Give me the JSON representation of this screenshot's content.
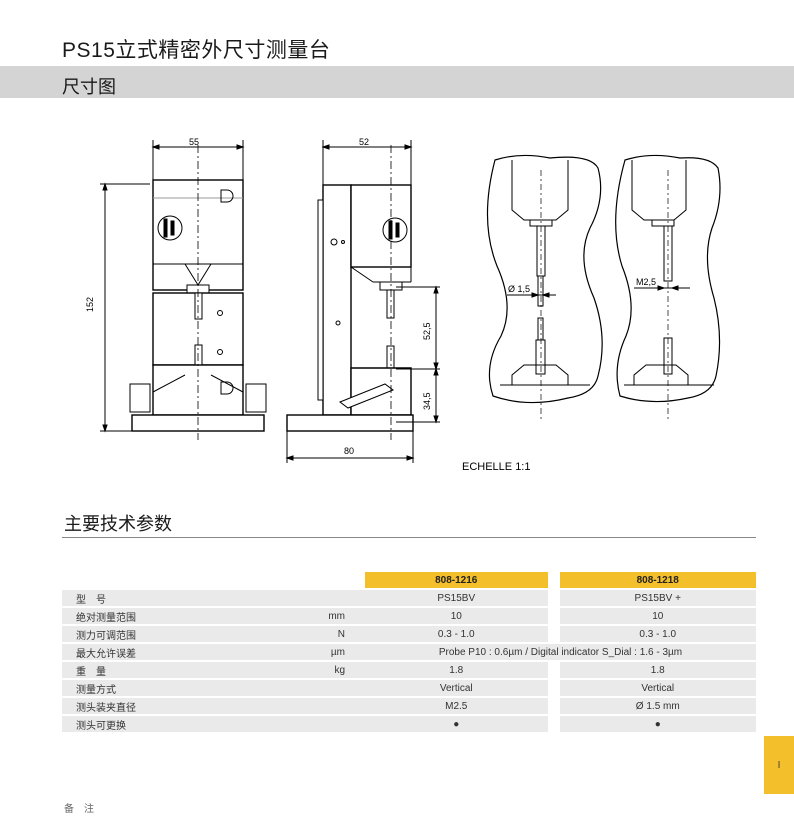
{
  "title": "PS15立式精密外尺寸测量台",
  "section_dims": "尺寸图",
  "drawing": {
    "dim_55": "55",
    "dim_52": "52",
    "dim_152": "152",
    "dim_80": "80",
    "dim_52_5": "52,5",
    "dim_34_5": "34,5",
    "dia_1_5": "Ø 1,5",
    "m2_5": "M2,5",
    "scale": "ECHELLE 1:1"
  },
  "section_specs": "主要技术参数",
  "specs": {
    "models": [
      "808-1216",
      "808-1218"
    ],
    "rows": [
      {
        "label": "型　号",
        "unit": "",
        "values": [
          "PS15BV",
          "PS15BV +"
        ]
      },
      {
        "label": "绝对测量范围",
        "unit": "mm",
        "values": [
          "10",
          "10"
        ]
      },
      {
        "label": "测力可调范围",
        "unit": "N",
        "values": [
          "0.3 - 1.0",
          "0.3 - 1.0"
        ]
      },
      {
        "label": "最大允许误差",
        "unit": "µm",
        "merged": "Probe P10 : 0.6µm / Digital indicator S_Dial : 1.6 - 3µm"
      },
      {
        "label": "重　量",
        "unit": "kg",
        "values": [
          "1.8",
          "1.8"
        ]
      },
      {
        "label": "测量方式",
        "unit": "",
        "values": [
          "Vertical",
          "Vertical"
        ]
      },
      {
        "label": "测头装夹直径",
        "unit": "",
        "values": [
          "M2.5",
          "Ø 1.5 mm"
        ]
      },
      {
        "label": "测头可更换",
        "unit": "",
        "values": [
          "●",
          "●"
        ]
      }
    ]
  },
  "side_tab": "I",
  "footer_fragment": "备　注"
}
